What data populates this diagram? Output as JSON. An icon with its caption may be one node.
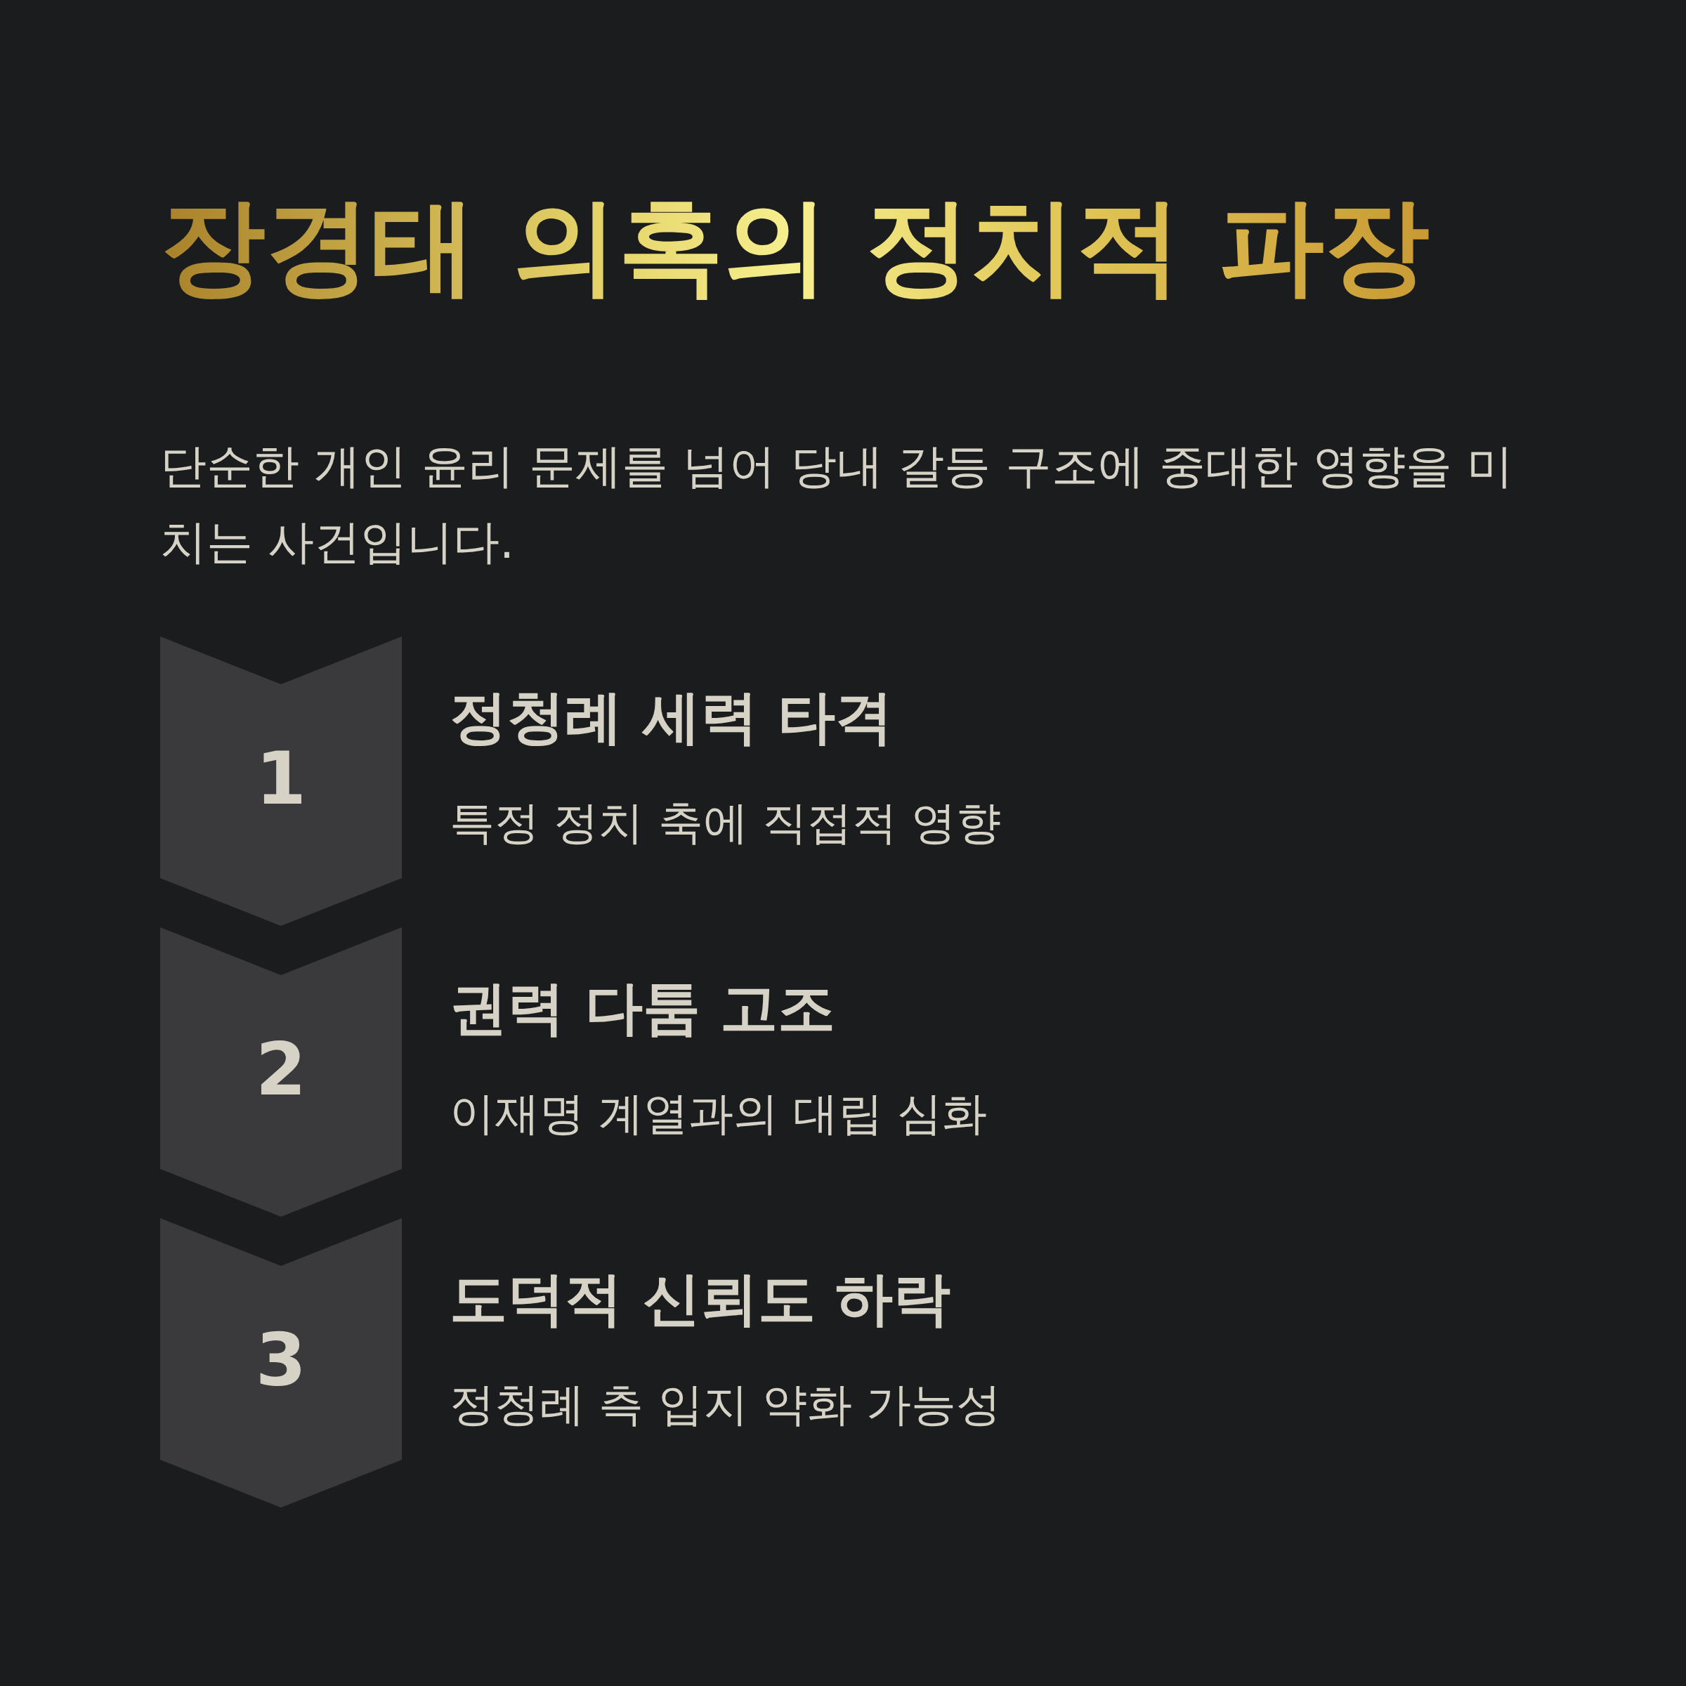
{
  "diagram": {
    "title": "장경태 의혹의 정치적 파장",
    "nodes": [
      {
        "text": [
          "1"
        ],
        "beside": [
          "정청례 세력 타격",
          "특정 정치 축에 직접적 영향"
        ]
      },
      {
        "text": [
          "2"
        ],
        "beside": [
          "권력 다툼 고조",
          "이재명 계열과의 대립 심화"
        ]
      },
      {
        "text": [
          "3"
        ],
        "beside": [
          "도덕적 신뢰도 하락",
          "정청례 측 입지 약화 가능성"
        ]
      }
    ],
    "edges": [],
    "labels": [
      "단순한 개인 윤리 문제를 넘어 당내 갈등 구조에 중대한 영향을 미치는 사건입니다."
    ]
  }
}
